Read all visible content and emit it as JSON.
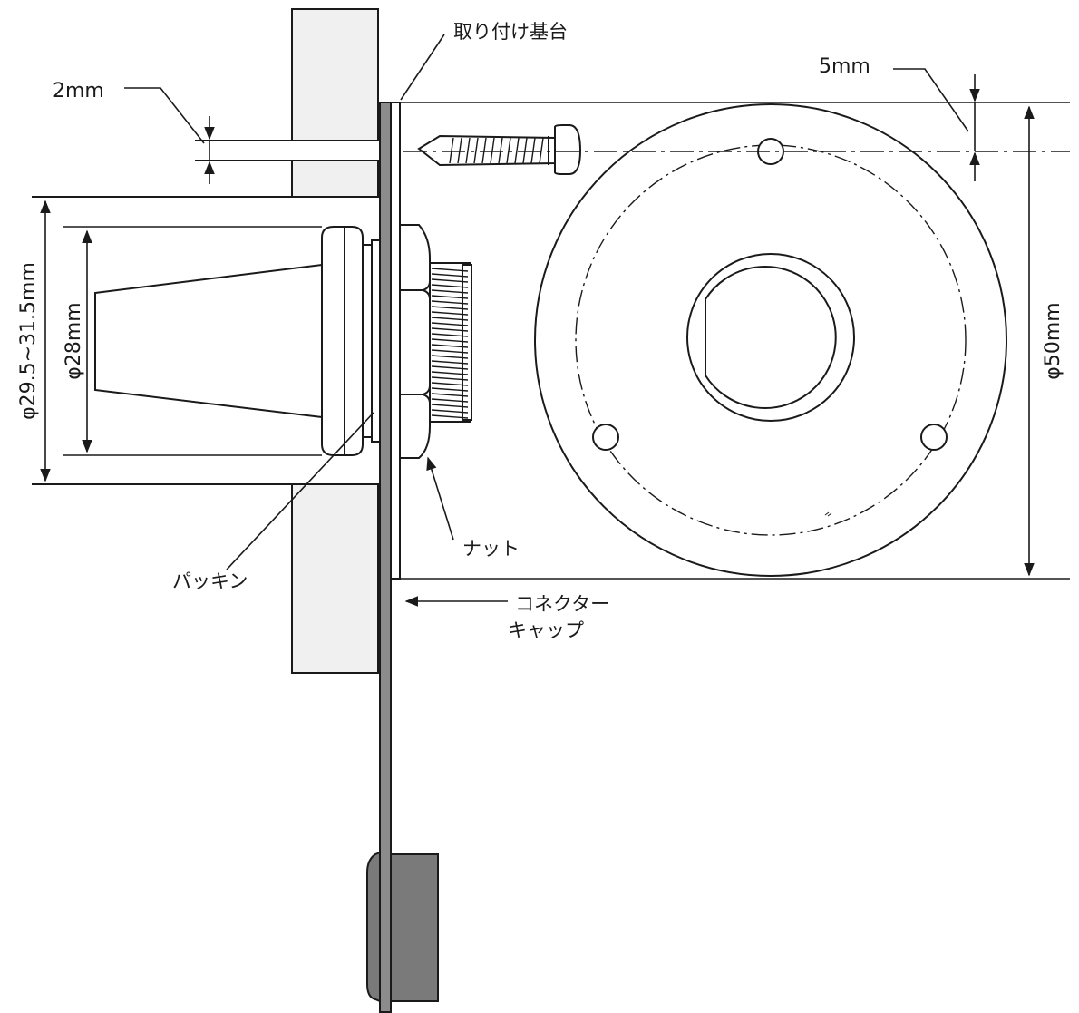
{
  "labels": {
    "mounting_base": "取り付け基台",
    "dim_2mm": "2mm",
    "dim_5mm": "5mm",
    "dim_outer_dia": "φ29.5~31.5mm",
    "dim_inner_dia": "φ28mm",
    "dim_base_dia": "φ50mm",
    "nut": "ナット",
    "packing": "パッキン",
    "connector_cap_line1": "コネクター",
    "connector_cap_line2": "キャップ"
  },
  "colors": {
    "line": "#1a1a1a",
    "wall_fill": "#f0f0f0",
    "panel_fill": "#8c8c8c",
    "cap_fill": "#7a7a7a",
    "part_fill": "#ffffff"
  }
}
